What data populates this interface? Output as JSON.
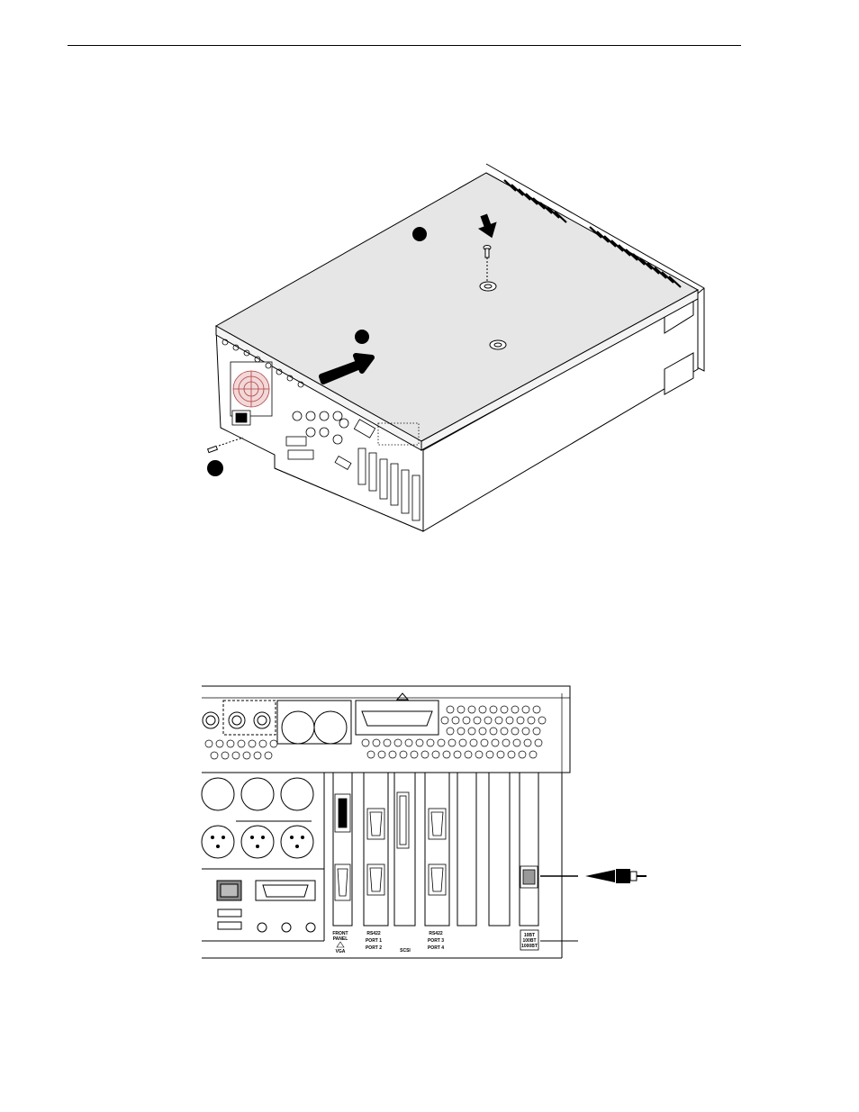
{
  "figure_top": {
    "callouts": [
      "",
      "",
      ""
    ]
  },
  "figure_bottom": {
    "slot_labels": {
      "front_panel_line1": "FRONT",
      "front_panel_line2": "PANEL",
      "front_panel_line3": "VGA",
      "rs422a_line1": "RS422",
      "rs422a_line2": "PORT 1",
      "rs422a_line3": "PORT 2",
      "scsi": "SCSI",
      "rs422b_line1": "RS422",
      "rs422b_line2": "PORT 3",
      "rs422b_line3": "PORT 4",
      "eth_line1": "10BT",
      "eth_line2": "100BT",
      "eth_line3": "1000BT"
    }
  }
}
